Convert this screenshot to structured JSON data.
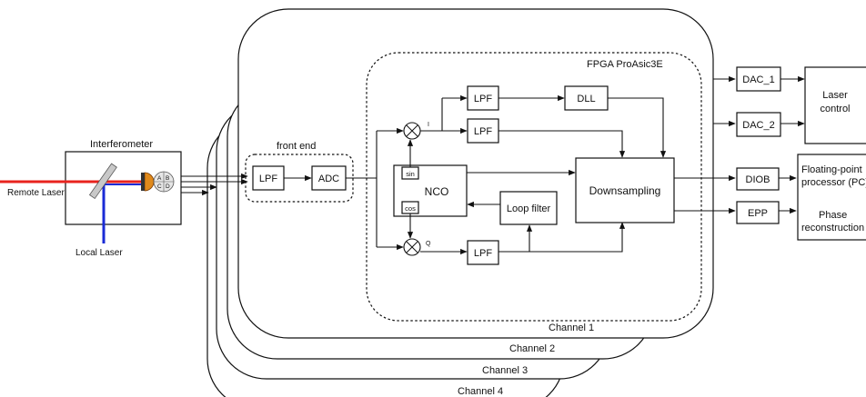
{
  "interferometer": {
    "title": "Interferometer",
    "remote_laser": "Remote Laser",
    "local_laser": "Local Laser",
    "quadrants": [
      "A",
      "B",
      "C",
      "D"
    ]
  },
  "front_end": {
    "title": "front end",
    "lpf": "LPF",
    "adc": "ADC"
  },
  "fpga": {
    "title": "FPGA ProAsic3E",
    "lpf": "LPF",
    "dll": "DLL",
    "nco": "NCO",
    "sin": "sin",
    "cos": "cos",
    "loop_filter": "Loop filter",
    "downsampling": "Downsampling",
    "i_label": "I",
    "q_label": "Q"
  },
  "channels": [
    "Channel 1",
    "Channel 2",
    "Channel 3",
    "Channel 4"
  ],
  "external": {
    "dac1": "DAC_1",
    "dac2": "DAC_2",
    "laser_control": [
      "Laser",
      "control"
    ],
    "diob": "DIOB",
    "epp": "EPP",
    "processor": [
      "Floating-point",
      "processor (PC)"
    ],
    "phase": [
      "Phase",
      "reconstruction"
    ]
  },
  "colors": {
    "remote_beam": "#e8231e",
    "local_beam": "#1a2bd6",
    "detector": "#e08a1c"
  }
}
